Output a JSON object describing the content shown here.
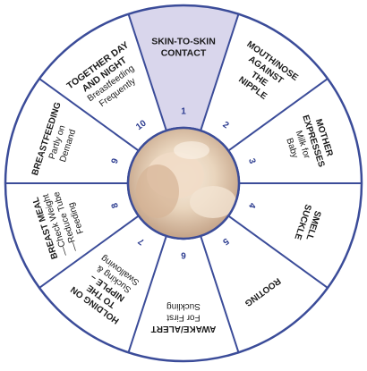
{
  "wheel": {
    "colors": {
      "ring": "#3b4c99",
      "highlight": "#d9d6ec",
      "text": "#1a1a1a",
      "number": "#2b3b8f",
      "photo_light": "#efe2cf",
      "photo_dark": "#c7a78a"
    },
    "segments": [
      {
        "step": 1,
        "number": "1",
        "title": [
          "SKIN-TO-SKIN",
          "CONTACT"
        ],
        "detail": [],
        "highlighted": true
      },
      {
        "step": 2,
        "number": "2",
        "title": [
          "MOUTH/NOSE",
          "AGAINST",
          "THE",
          "NIPPLE"
        ],
        "detail": [],
        "highlighted": false
      },
      {
        "step": 3,
        "number": "3",
        "title": [
          "MOTHER",
          "EXPRESSES"
        ],
        "detail": [
          "Milk for",
          "Baby"
        ],
        "highlighted": false
      },
      {
        "step": 4,
        "number": "4",
        "title": [
          "SMELL",
          "SUCKLE"
        ],
        "detail": [],
        "highlighted": false
      },
      {
        "step": 5,
        "number": "5",
        "title": [
          "ROOTING"
        ],
        "detail": [],
        "highlighted": false
      },
      {
        "step": 6,
        "number": "6",
        "title": [
          "AWAKE/ALERT"
        ],
        "detail": [
          "For First",
          "Suckling"
        ],
        "highlighted": false
      },
      {
        "step": 7,
        "number": "7",
        "title": [
          "HOLDING ON",
          "TO THE",
          "NIPPLE –"
        ],
        "detail": [
          "Sucking &",
          "Swallowing"
        ],
        "highlighted": false
      },
      {
        "step": 8,
        "number": "8",
        "title": [
          "BREAST MEAL"
        ],
        "detail": [
          "—Check Weight",
          "—Reduce Tube",
          "Feeding"
        ],
        "highlighted": false
      },
      {
        "step": 9,
        "number": "9",
        "title": [
          "BREASTFEEDING"
        ],
        "detail": [
          "Partly on",
          "Demand"
        ],
        "highlighted": false
      },
      {
        "step": 10,
        "number": "10",
        "title": [
          "TOGETHER DAY",
          "AND NIGHT"
        ],
        "detail": [
          "Breastfeeding",
          "Frequently"
        ],
        "highlighted": false
      }
    ]
  }
}
